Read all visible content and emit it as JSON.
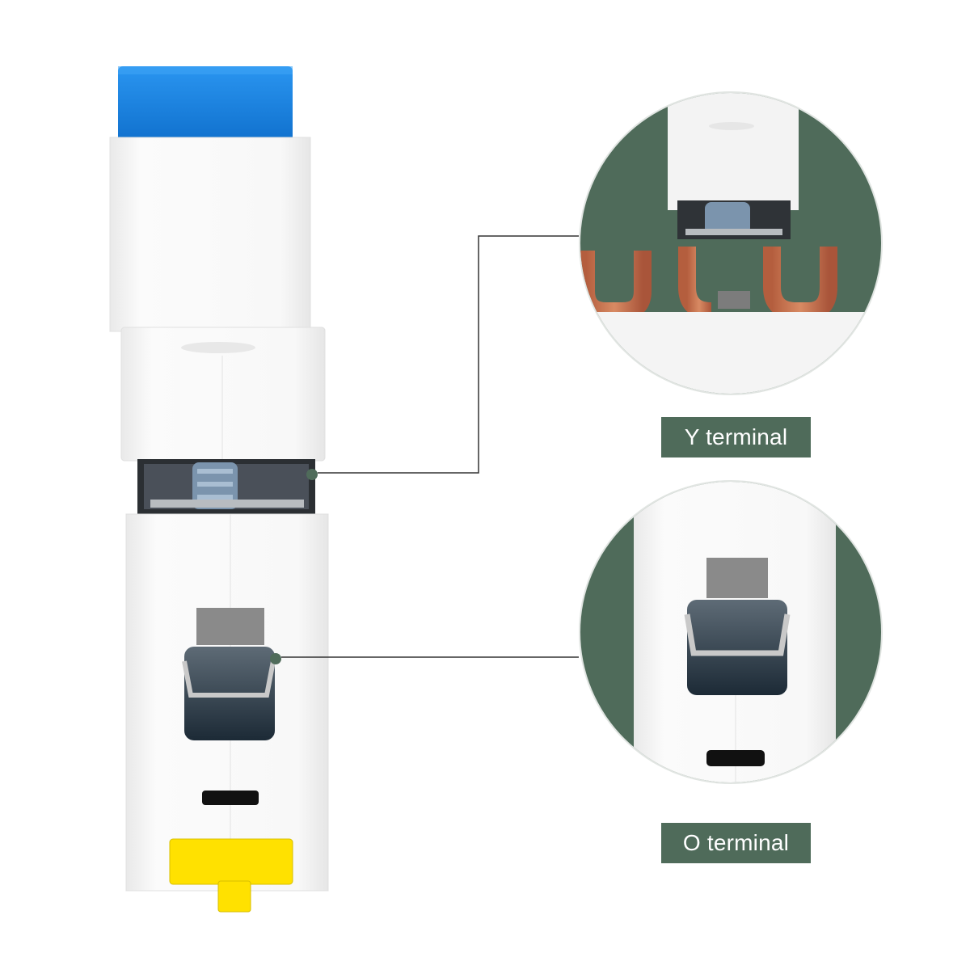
{
  "product": {
    "name": "miniature-circuit-breaker",
    "colors": {
      "housing": "#f6f6f6",
      "handle": "#1b86e6",
      "din_clip": "#ffe100",
      "accent": "#4f6b5a",
      "copper": "#c8734e",
      "screw": "#7d98b3"
    }
  },
  "callouts": [
    {
      "id": "y",
      "label": "Y terminal"
    },
    {
      "id": "o",
      "label": "O terminal"
    }
  ]
}
